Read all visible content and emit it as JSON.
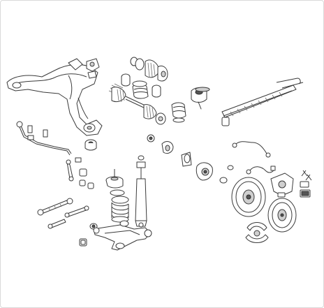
{
  "colors": {
    "line": "#3a3a3a",
    "fill": "#ffffff",
    "shade": "#cfcfcf",
    "dark": "#555555",
    "frame": "#d9d9d9"
  },
  "parts": [
    "subframe",
    "engine-mount",
    "drive-shaft",
    "cv-joint-kit",
    "cv-boot",
    "bump-stop",
    "control-arm-bushing",
    "steering-rack-boot",
    "stabilizer-bar",
    "stabilizer-link",
    "strut-mount",
    "coil-spring",
    "shock-absorber",
    "tie-rod",
    "control-arm",
    "wheel-hub",
    "brake-disc",
    "brake-caliper",
    "brake-pads",
    "brake-shoes",
    "brake-hose",
    "wear-sensor",
    "brake-cable"
  ]
}
